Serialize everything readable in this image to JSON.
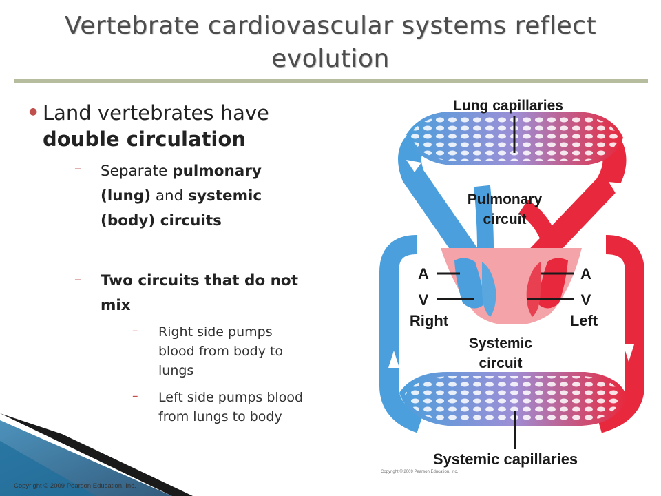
{
  "slide": {
    "title_line1": "Vertebrate cardiovascular systems reflect",
    "title_line2": "evolution",
    "bullet1_part1": "Land vertebrates have",
    "bullet1_bold": "double circulation",
    "sub1_w1": "Separate",
    "sub1_b1": "pulmonary (lung)",
    "sub1_w2": "and",
    "sub1_b2": "systemic (body) circuits",
    "sub2": "Two circuits that do not mix",
    "subsub1": "Right side pumps blood from body to lungs",
    "subsub2": "Left side pumps blood from lungs to body",
    "copyright": "Copyright © 2009 Pearson Education, Inc."
  },
  "diagram": {
    "lung_capillaries": "Lung capillaries",
    "pulmonary_line1": "Pulmonary",
    "pulmonary_line2": "circuit",
    "systemic_line1": "Systemic",
    "systemic_line2": "circuit",
    "systemic_capillaries": "Systemic capillaries",
    "right_atrium": "A",
    "right_ventricle": "V",
    "left_atrium": "A",
    "left_ventricle": "V",
    "right_label": "Right",
    "left_label": "Left",
    "image_copyright": "Copyright © 2009 Pearson Education, Inc.",
    "colors": {
      "oxygen_poor": "#4a9fdc",
      "oxygen_rich": "#e8283c",
      "heart": "#f4a3a8"
    }
  }
}
